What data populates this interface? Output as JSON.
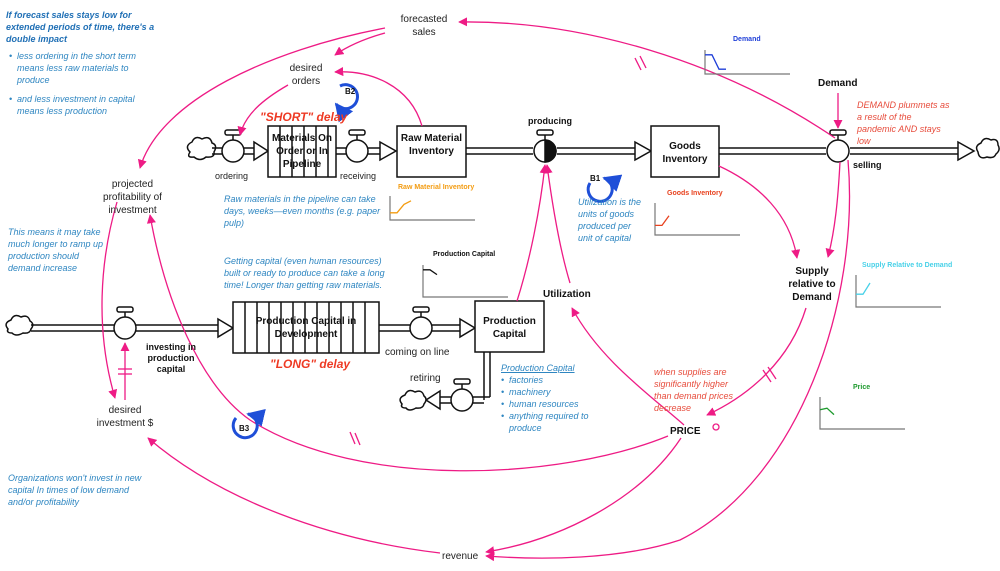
{
  "colors": {
    "link": "#ee1b85",
    "loop": "#1f4fd8",
    "note": "#2e86c1",
    "delay": "#ee3a24",
    "stock_stroke": "#111111"
  },
  "notes": {
    "top_left_title": "If forecast sales stays low for extended periods of time, there's a double impact",
    "top_left_bullets": [
      "less ordering in the short term means less raw materials to produce",
      "and less investment in capital means less production"
    ],
    "ramp_up": "This means it may take much longer to ramp up production should demand increase",
    "raw_pipeline": "Raw materials in the pipeline can take days, weeks—even months (e.g. paper pulp)",
    "capital_time": "Getting capital (even human resources) built or ready to produce can take a long time! Longer than getting raw materials.",
    "utilization": "Utilization is the units of goods produced per unit of capital",
    "demand_plummets": "DEMAND plummets as a result of the pandemic AND stays low",
    "prices_decrease": "when supplies are significantly higher than demand prices decrease",
    "organizations": "Organizations won't invest in new capital In times of low demand and/or profitability",
    "production_capital_title": "Production Capital",
    "production_capital_bullets": [
      "factories",
      "machinery",
      "human resources",
      "anything required to produce"
    ]
  },
  "delays": {
    "short": "\"SHORT\" delay",
    "long": "\"LONG\" delay"
  },
  "stocks": {
    "materials_on_order": "Materials On Order or In Pipeline",
    "raw_material_inventory": "Raw Material Inventory",
    "goods_inventory": "Goods Inventory",
    "production_capital_dev": "Production Capital in Development",
    "production_capital": "Production Capital"
  },
  "flows": {
    "ordering": "ordering",
    "receiving": "receiving",
    "producing": "producing",
    "selling": "selling",
    "investing": "investing in production capital",
    "coming_on_line": "coming on line",
    "retiring": "retiring"
  },
  "variables": {
    "forecasted_sales": "forecasted sales",
    "desired_orders": "desired orders",
    "projected_profitability": "projected profitability of investment",
    "desired_investment": "desired investment $",
    "utilization": "Utilization",
    "demand": "Demand",
    "supply_relative": "Supply relative to Demand",
    "price": "PRICE",
    "revenue": "revenue"
  },
  "loops": {
    "b1": "B1",
    "b2": "B2",
    "b3": "B3"
  },
  "sparklines": [
    {
      "id": "demand",
      "title": "Demand",
      "color": "#1f3fd8",
      "trend": [
        0.8,
        0.8,
        0.2,
        0.2
      ]
    },
    {
      "id": "raw-material-inventory",
      "title": "Raw Material Inventory",
      "color": "#f39c12",
      "trend": [
        0.3,
        0.3,
        0.65,
        0.8
      ]
    },
    {
      "id": "goods-inventory",
      "title": "Goods Inventory",
      "color": "#e8421f",
      "trend": [
        0.3,
        0.3,
        0.6
      ]
    },
    {
      "id": "production-capital",
      "title": "Production Capital",
      "color": "#111111",
      "trend": [
        0.85,
        0.85,
        0.7
      ]
    },
    {
      "id": "supply-relative",
      "title": "Supply Relative to Demand",
      "color": "#48d1e8",
      "trend": [
        0.4,
        0.4,
        0.75
      ]
    },
    {
      "id": "price",
      "title": "Price",
      "color": "#1e9a2e",
      "trend": [
        0.6,
        0.65,
        0.45
      ]
    }
  ]
}
